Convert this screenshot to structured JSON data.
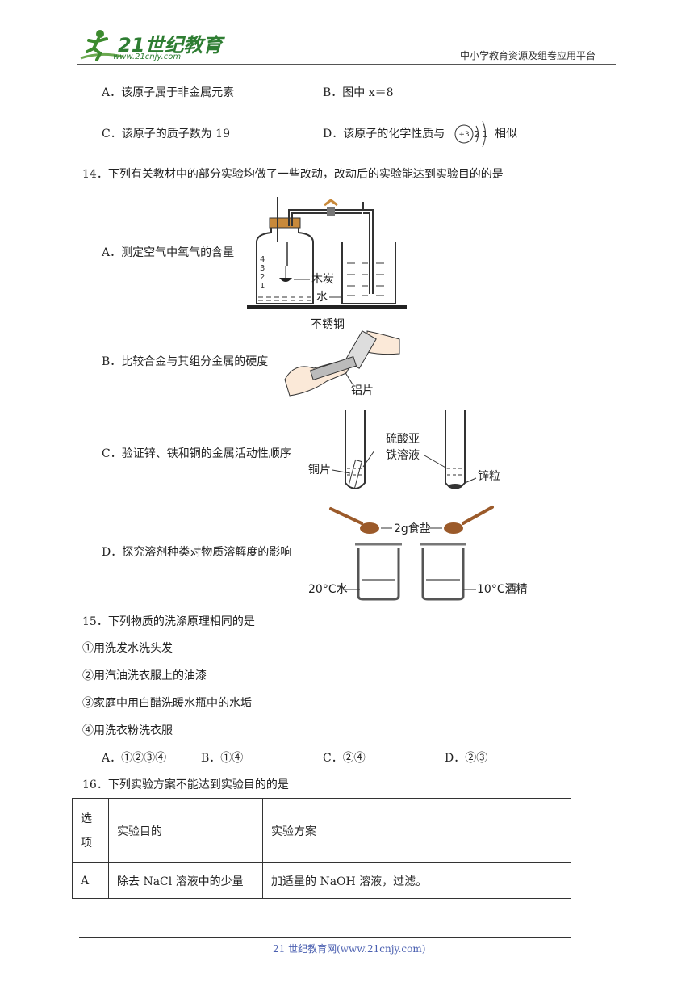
{
  "header": {
    "logo_main": "21世纪教育",
    "logo_url": "www.21cnjy.com",
    "right_text": "中小学教育资源及组卷应用平台"
  },
  "q13": {
    "A": "A．该原子属于非金属元素",
    "B": "B．图中 x＝8",
    "C": "C．该原子的质子数为 19",
    "D_prefix": "D．该原子的化学性质与",
    "D_suffix": "相似",
    "atom": {
      "nucleus": "+3",
      "shells": "2 1"
    }
  },
  "q14": {
    "stem": "14．下列有关教材中的部分实验均做了一些改动，改动后的实验能达到实验目的的是",
    "A": "A．测定空气中氧气的含量",
    "B": "B．比较合金与其组分金属的硬度",
    "C": "C．验证锌、铁和铜的金属活动性顺序",
    "D": "D．探究溶剂种类对物质溶解度的影响",
    "figA": {
      "marks": [
        "4",
        "3",
        "2",
        "1"
      ],
      "label_charcoal": "木炭",
      "label_water": "水"
    },
    "figB": {
      "label_top": "不锈钢",
      "label_bottom": "铝片"
    },
    "figC": {
      "label_solution_1": "硫酸亚",
      "label_solution_2": "铁溶液",
      "label_copper": "铜片",
      "label_zinc": "锌粒"
    },
    "figD": {
      "label_salt": "2g食盐",
      "label_left": "20°C水",
      "label_right": "10°C酒精"
    }
  },
  "q15": {
    "stem": "15．下列物质的洗涤原理相同的是",
    "items": [
      "①用洗发水洗头发",
      "②用汽油洗衣服上的油漆",
      "③家庭中用白醋洗暖水瓶中的水垢",
      "④用洗衣粉洗衣服"
    ],
    "options": [
      "A．①②③④",
      "B．①④",
      "C．②④",
      "D．②③"
    ]
  },
  "q16": {
    "stem": "16．下列实验方案不能达到实验目的的是",
    "table": {
      "headers": [
        "选项",
        "实验目的",
        "实验方案"
      ],
      "rows": [
        [
          "A",
          "除去 NaCl 溶液中的少量",
          "加适量的 NaOH 溶液，过滤。"
        ]
      ]
    }
  },
  "footer": {
    "text": "21 世纪教育网(www.21cnjy.com)"
  }
}
